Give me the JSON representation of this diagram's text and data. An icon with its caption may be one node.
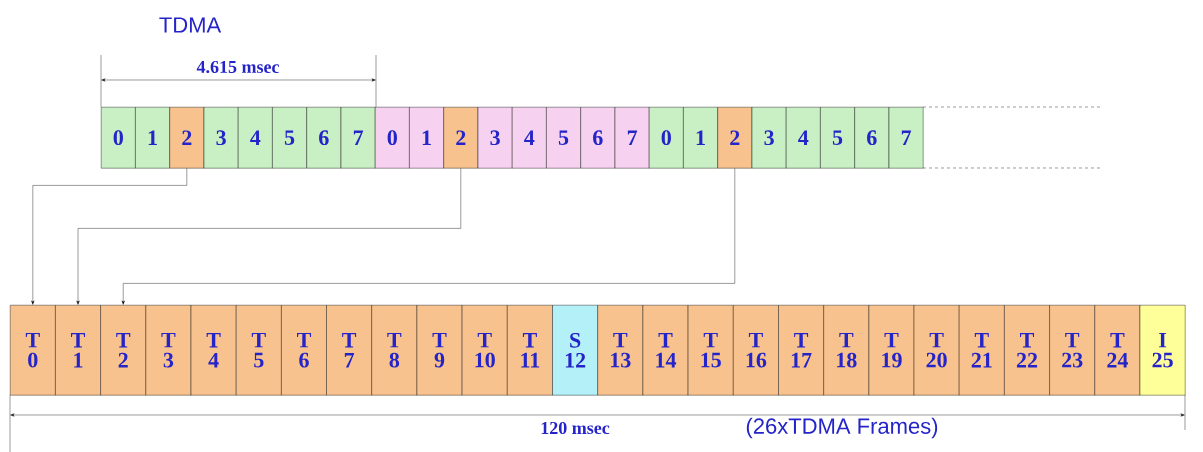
{
  "diagram": {
    "title": "TDMA",
    "nodes": [
      {
        "text": [
          "0"
        ]
      },
      {
        "text": [
          "1"
        ]
      },
      {
        "text": [
          "2"
        ]
      },
      {
        "text": [
          "3"
        ]
      },
      {
        "text": [
          "4"
        ]
      },
      {
        "text": [
          "5"
        ]
      },
      {
        "text": [
          "6"
        ]
      },
      {
        "text": [
          "7"
        ]
      },
      {
        "text": [
          "0"
        ]
      },
      {
        "text": [
          "1"
        ]
      },
      {
        "text": [
          "2"
        ]
      },
      {
        "text": [
          "3"
        ]
      },
      {
        "text": [
          "4"
        ]
      },
      {
        "text": [
          "5"
        ]
      },
      {
        "text": [
          "6"
        ]
      },
      {
        "text": [
          "7"
        ]
      },
      {
        "text": [
          "0"
        ]
      },
      {
        "text": [
          "1"
        ]
      },
      {
        "text": [
          "2"
        ]
      },
      {
        "text": [
          "3"
        ]
      },
      {
        "text": [
          "4"
        ]
      },
      {
        "text": [
          "5"
        ]
      },
      {
        "text": [
          "6"
        ]
      },
      {
        "text": [
          "7"
        ]
      },
      {
        "text": [
          "T",
          "0"
        ]
      },
      {
        "text": [
          "T",
          "1"
        ]
      },
      {
        "text": [
          "T",
          "2"
        ]
      },
      {
        "text": [
          "T",
          "3"
        ]
      },
      {
        "text": [
          "T",
          "4"
        ]
      },
      {
        "text": [
          "T",
          "5"
        ]
      },
      {
        "text": [
          "T",
          "6"
        ]
      },
      {
        "text": [
          "T",
          "7"
        ]
      },
      {
        "text": [
          "T",
          "8"
        ]
      },
      {
        "text": [
          "T",
          "9"
        ]
      },
      {
        "text": [
          "T",
          "10"
        ]
      },
      {
        "text": [
          "T",
          "11"
        ]
      },
      {
        "text": [
          "S",
          "12"
        ]
      },
      {
        "text": [
          "T",
          "13"
        ]
      },
      {
        "text": [
          "T",
          "14"
        ]
      },
      {
        "text": [
          "T",
          "15"
        ]
      },
      {
        "text": [
          "T",
          "16"
        ]
      },
      {
        "text": [
          "T",
          "17"
        ]
      },
      {
        "text": [
          "T",
          "18"
        ]
      },
      {
        "text": [
          "T",
          "19"
        ]
      },
      {
        "text": [
          "T",
          "20"
        ]
      },
      {
        "text": [
          "T",
          "21"
        ]
      },
      {
        "text": [
          "T",
          "22"
        ]
      },
      {
        "text": [
          "T",
          "23"
        ]
      },
      {
        "text": [
          "T",
          "24"
        ]
      },
      {
        "text": [
          "I",
          "25"
        ]
      }
    ],
    "edges": [
      {
        "from": 2,
        "to": 24,
        "arrow": "to"
      },
      {
        "from": 10,
        "to": 25,
        "arrow": "to"
      },
      {
        "from": 18,
        "to": 26,
        "arrow": "to"
      }
    ],
    "labels": [
      "4.615 msec",
      "120 msec",
      "(26xTDMA Frames)"
    ]
  }
}
